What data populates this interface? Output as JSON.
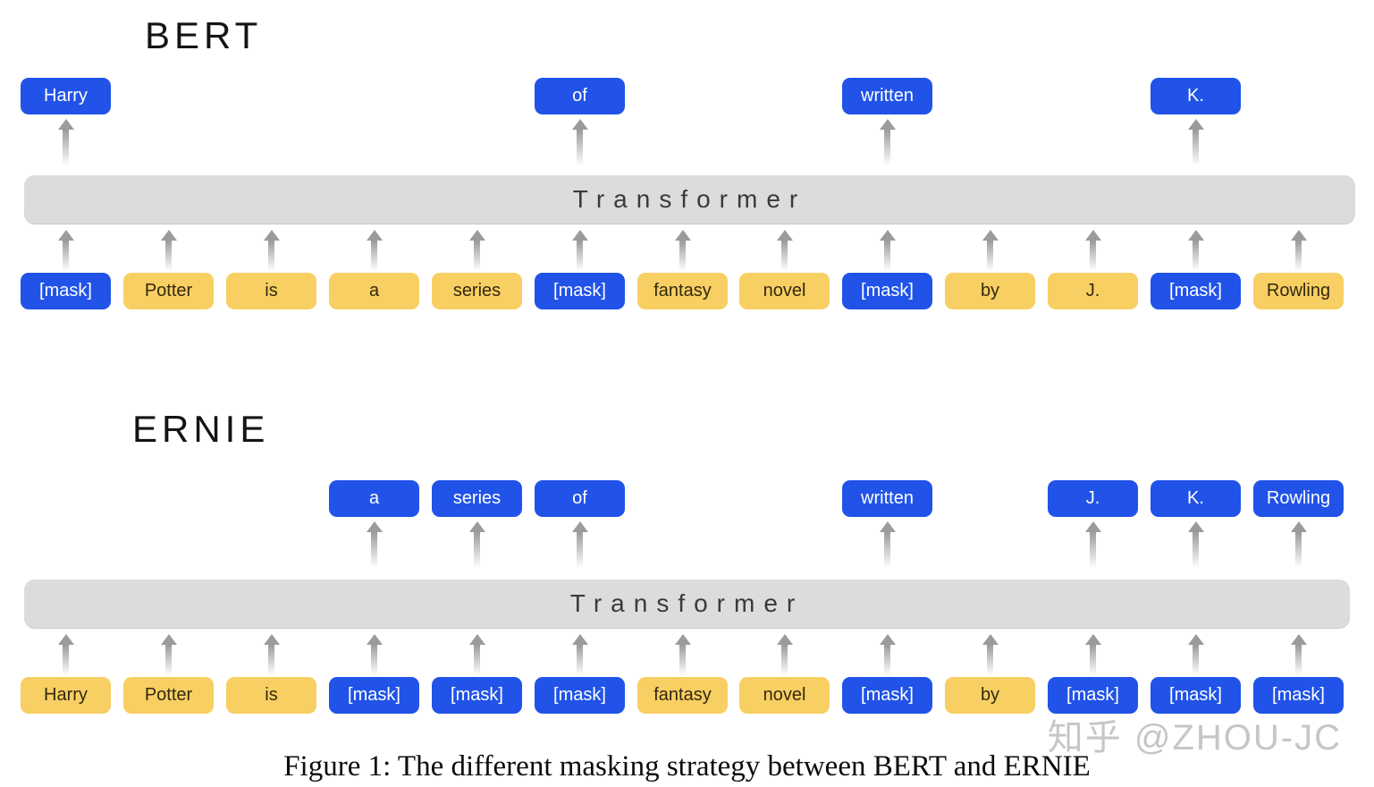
{
  "page": {
    "caption": "Figure 1: The different masking strategy between BERT and ERNIE",
    "watermark": "知乎 @ZHOU-JC"
  },
  "colors": {
    "token_blue": "#2153e8",
    "token_yellow": "#f8cf63",
    "transformer_gray": "#dcdcdc",
    "arrow_gray": "#9b9b9b"
  },
  "sections": {
    "bert": {
      "title": "BERT",
      "transformer_label": "Transformer",
      "outputs": [
        {
          "label": "Harry",
          "col": 0
        },
        {
          "label": "of",
          "col": 5
        },
        {
          "label": "written",
          "col": 8
        },
        {
          "label": "K.",
          "col": 11
        }
      ],
      "inputs": [
        {
          "label": "[mask]",
          "masked": true
        },
        {
          "label": "Potter",
          "masked": false
        },
        {
          "label": "is",
          "masked": false
        },
        {
          "label": "a",
          "masked": false
        },
        {
          "label": "series",
          "masked": false
        },
        {
          "label": "[mask]",
          "masked": true
        },
        {
          "label": "fantasy",
          "masked": false
        },
        {
          "label": "novel",
          "masked": false
        },
        {
          "label": "[mask]",
          "masked": true
        },
        {
          "label": "by",
          "masked": false
        },
        {
          "label": "J.",
          "masked": false
        },
        {
          "label": "[mask]",
          "masked": true
        },
        {
          "label": "Rowling",
          "masked": false
        }
      ]
    },
    "ernie": {
      "title": "ERNIE",
      "transformer_label": "Transformer",
      "outputs": [
        {
          "label": "a",
          "col": 3
        },
        {
          "label": "series",
          "col": 4
        },
        {
          "label": "of",
          "col": 5
        },
        {
          "label": "written",
          "col": 8
        },
        {
          "label": "J.",
          "col": 10
        },
        {
          "label": "K.",
          "col": 11
        },
        {
          "label": "Rowling",
          "col": 12
        }
      ],
      "inputs": [
        {
          "label": "Harry",
          "masked": false
        },
        {
          "label": "Potter",
          "masked": false
        },
        {
          "label": "is",
          "masked": false
        },
        {
          "label": "[mask]",
          "masked": true
        },
        {
          "label": "[mask]",
          "masked": true
        },
        {
          "label": "[mask]",
          "masked": true
        },
        {
          "label": "fantasy",
          "masked": false
        },
        {
          "label": "novel",
          "masked": false
        },
        {
          "label": "[mask]",
          "masked": true
        },
        {
          "label": "by",
          "masked": false
        },
        {
          "label": "[mask]",
          "masked": true
        },
        {
          "label": "[mask]",
          "masked": true
        },
        {
          "label": "[mask]",
          "masked": true
        }
      ]
    }
  }
}
